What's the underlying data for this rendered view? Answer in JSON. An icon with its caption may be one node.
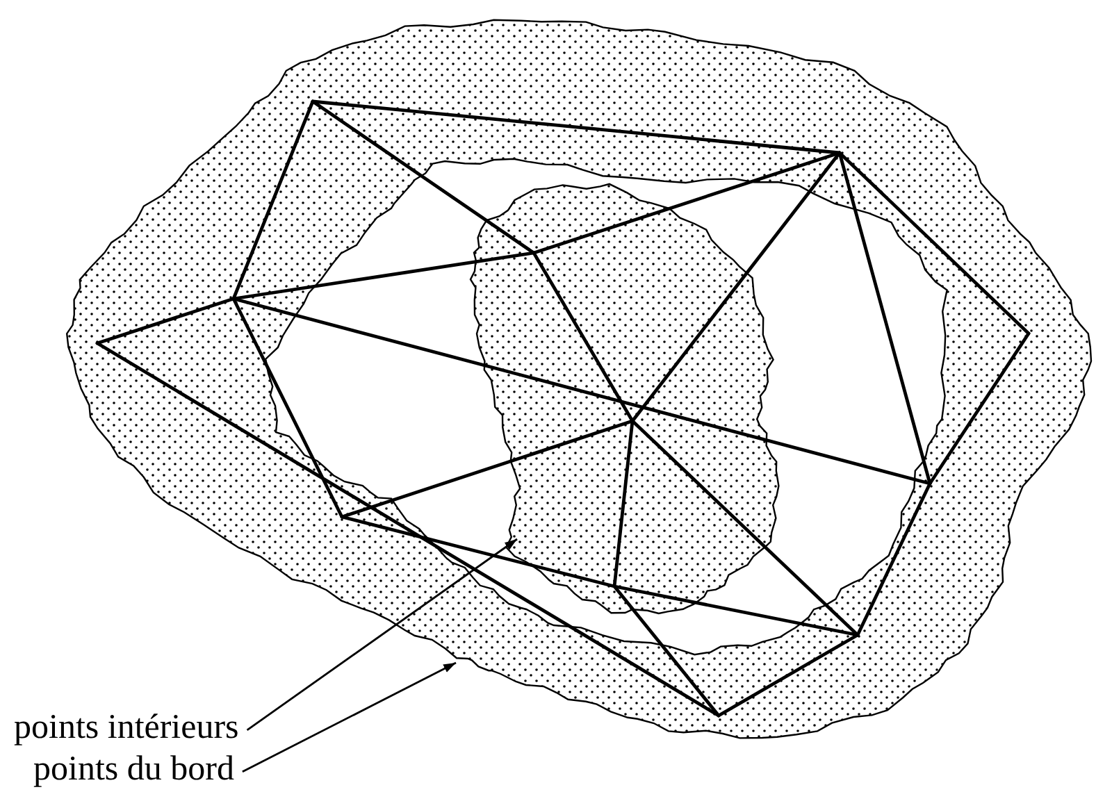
{
  "diagram": {
    "nodes": [
      {
        "text": [],
        "shape": "blob"
      },
      {
        "text": [],
        "shape": "blob",
        "in": 0
      },
      {
        "text": [
          "points intérieurs"
        ]
      },
      {
        "text": [
          "points du bord"
        ]
      }
    ],
    "edges": [
      {
        "from": 2,
        "to": 1,
        "arrow": "to"
      },
      {
        "from": 3,
        "to": 0,
        "arrow": "to"
      }
    ]
  }
}
